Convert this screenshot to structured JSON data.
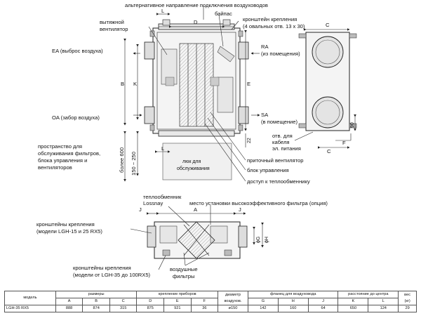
{
  "labels": {
    "alt_direction": "альтернативное направление подключения воздуховодов",
    "bypass": "байпас",
    "exhaust_fan_1": "вытяжной",
    "exhaust_fan_2": "вентилятор",
    "bracket_1": "кронштейн крепления",
    "bracket_2": "(4 овальных отв. 13 x 30)",
    "ea": "EA (выброс воздуха)",
    "ra_1": "RA",
    "ra_2": "(из помещения)",
    "oa": "OA (забор воздуха)",
    "sa_1": "SA",
    "sa_2": "(в помещение)",
    "cable_1": "отв. для",
    "cable_2": "кабеля",
    "cable_3": "эл. питания",
    "service_1": "пространство для",
    "service_2": "обслуживания фильтров,",
    "service_3": "блока управления и",
    "service_4": "вентиляторов",
    "hatch_1": "люк для",
    "hatch_2": "обслуживания",
    "supply_fan": "приточный вентилятор",
    "control_unit": "блок управления",
    "hx_access": "доступ к теплообменнику",
    "hx_1": "теплообменник",
    "hx_2": "Lossnay",
    "hepa_place": "место установки высокоэффективного фильтра (опция)",
    "brackets_small_1": "кронштейны крепления",
    "brackets_small_2": "(модели LGH-15 и 25 RX5)",
    "brackets_large_1": "кронштейны крепления",
    "brackets_large_2": "(модели от LGH-35 до 100RX5)",
    "air_filters_1": "воздушные",
    "air_filters_2": "фильтры",
    "more600": "более 600",
    "range": "150 ~ 250"
  },
  "dims": {
    "A": "A",
    "B": "B",
    "C": "C",
    "D": "D",
    "E": "E",
    "F": "F",
    "G": "G",
    "H": "H",
    "J": "J",
    "K": "K",
    "L": "L",
    "phiG": "ϕG",
    "phiH": "ϕH",
    "n22": "22",
    "n90": "90"
  },
  "table": {
    "headers": {
      "model": "модель",
      "sizes": "размеры",
      "mount": "крепление приборов",
      "diameter_1": "диаметр",
      "diameter_2": "воздухов.",
      "flange": "фланец для воздуховода",
      "center": "расстояние до центра",
      "weight_1": "вес",
      "weight_2": "(кг)"
    },
    "subheaders": [
      "A",
      "B",
      "C",
      "D",
      "E",
      "F",
      "G",
      "H",
      "J",
      "K",
      "L"
    ],
    "row": {
      "model": "LGH-35 RX5",
      "values": [
        "888",
        "874",
        "315",
        "875",
        "921",
        "36",
        "ø150",
        "142",
        "160",
        "64",
        "650",
        "124",
        "29"
      ]
    }
  }
}
